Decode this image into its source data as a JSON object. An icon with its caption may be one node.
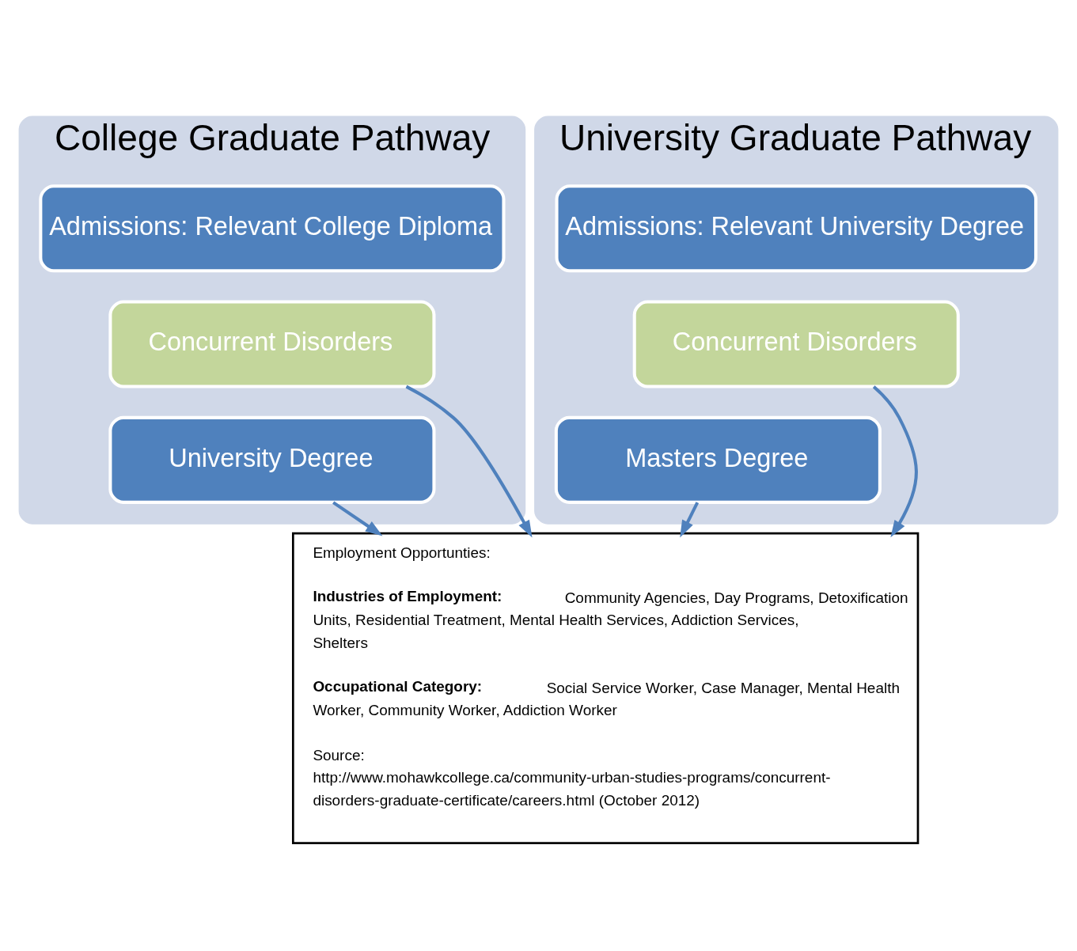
{
  "diagram": {
    "nodes": [
      {
        "text": [
          "College Graduate Pathway"
        ]
      },
      {
        "text": [
          "Admissions: Relevant College Diploma"
        ],
        "in": 0
      },
      {
        "text": [
          "Concurrent Disorders"
        ],
        "in": 0
      },
      {
        "text": [
          "University Degree"
        ],
        "in": 0
      },
      {
        "text": [
          "University Graduate Pathway"
        ]
      },
      {
        "text": [
          "Admissions: Relevant University Degree"
        ],
        "in": 4
      },
      {
        "text": [
          "Concurrent Disorders"
        ],
        "in": 4
      },
      {
        "text": [
          "Masters Degree"
        ],
        "in": 4
      },
      {
        "text": [
          "Employment Opportunties:",
          "**Industries of Employment:** Community Agencies, Day Programs, Detoxification Units, Residential Treatment, Mental Health Services, Addiction Services, Shelters",
          "**Occupational Category:** Social Service Worker, Case Manager, Mental Health Worker, Community Worker, Addiction Worker",
          "Source: http://www.mohawkcollege.ca/community-urban-studies-programs/concurrent-disorders-graduate-certificate/careers.html (October 2012)"
        ]
      }
    ],
    "edges": [
      {
        "from": 2,
        "to": 8,
        "arrow": "to"
      },
      {
        "from": 3,
        "to": 8,
        "arrow": "to"
      },
      {
        "from": 6,
        "to": 8,
        "arrow": "to"
      },
      {
        "from": 7,
        "to": 8,
        "arrow": "to"
      }
    ]
  }
}
